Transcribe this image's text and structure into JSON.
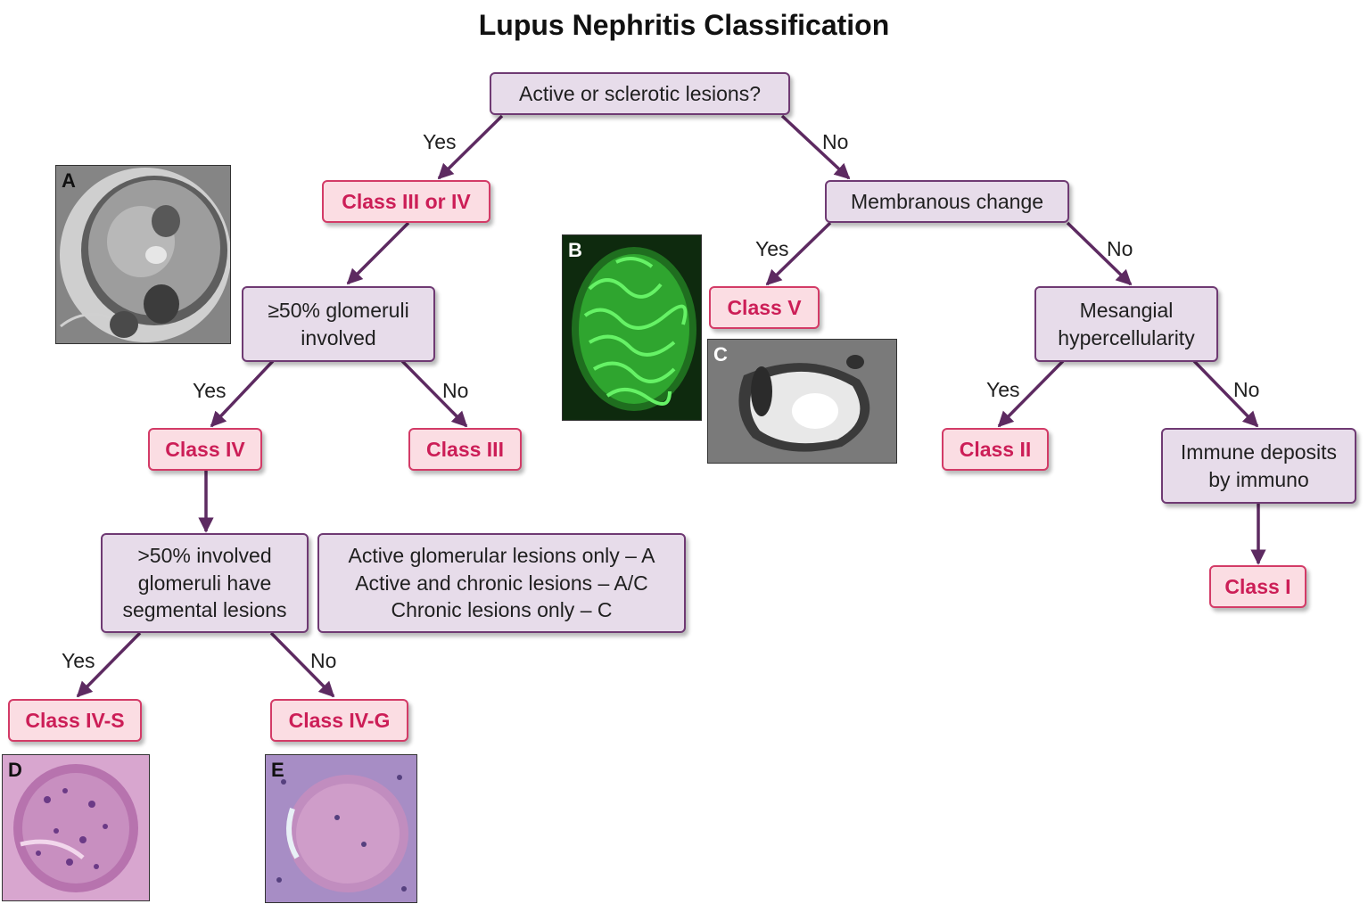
{
  "title": "Lupus Nephritis Classification",
  "colors": {
    "decision_fill": "#e7dcea",
    "decision_border": "#6f3a73",
    "class_fill": "#fbdde3",
    "class_border": "#d33b67",
    "class_text": "#cc1e57",
    "arrow": "#5d2a61"
  },
  "nodes": {
    "root": {
      "lines": [
        "Active or sclerotic lesions?"
      ]
    },
    "class_iii_or_iv": {
      "label": "Class III or IV"
    },
    "membranous": {
      "lines": [
        "Membranous change"
      ]
    },
    "glomeruli_50": {
      "lines": [
        "≥50% glomeruli",
        "involved"
      ]
    },
    "class_v": {
      "label": "Class V"
    },
    "mesangial": {
      "lines": [
        "Mesangial",
        "hypercellularity"
      ]
    },
    "class_iv": {
      "label": "Class IV"
    },
    "class_iii": {
      "label": "Class III"
    },
    "class_ii": {
      "label": "Class II"
    },
    "immune": {
      "lines": [
        "Immune deposits",
        "by immuno"
      ]
    },
    "segmental": {
      "lines": [
        ">50% involved",
        "glomeruli have",
        "segmental lesions"
      ]
    },
    "activity_legend": {
      "lines": [
        "Active glomerular lesions only – A",
        "Active and chronic lesions – A/C",
        "Chronic lesions only – C"
      ]
    },
    "class_i": {
      "label": "Class I"
    },
    "class_iv_s": {
      "label": "Class IV-S"
    },
    "class_iv_g": {
      "label": "Class IV-G"
    }
  },
  "edge_labels": {
    "yes": "Yes",
    "no": "No"
  },
  "panels": {
    "a": "A",
    "b": "B",
    "c": "C",
    "d": "D",
    "e": "E"
  }
}
